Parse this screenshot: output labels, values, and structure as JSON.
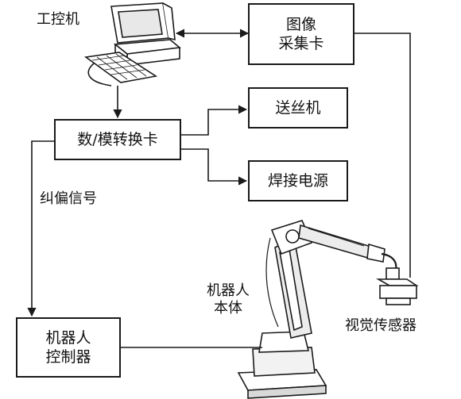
{
  "nodes": {
    "ipc": {
      "label": "工控机"
    },
    "image_card": {
      "label": "图像\n采集卡"
    },
    "wire_feeder": {
      "label": "送丝机"
    },
    "da_card": {
      "label": "数/模转换卡"
    },
    "welding_power": {
      "label": "焊接电源"
    },
    "robot_controller": {
      "label": "机器人\n控制器"
    },
    "robot_body": {
      "label": "机器人\n本体"
    },
    "vision_sensor": {
      "label": "视觉传感器"
    }
  },
  "edges": {
    "correction_signal": {
      "label": "纠偏信号"
    }
  }
}
